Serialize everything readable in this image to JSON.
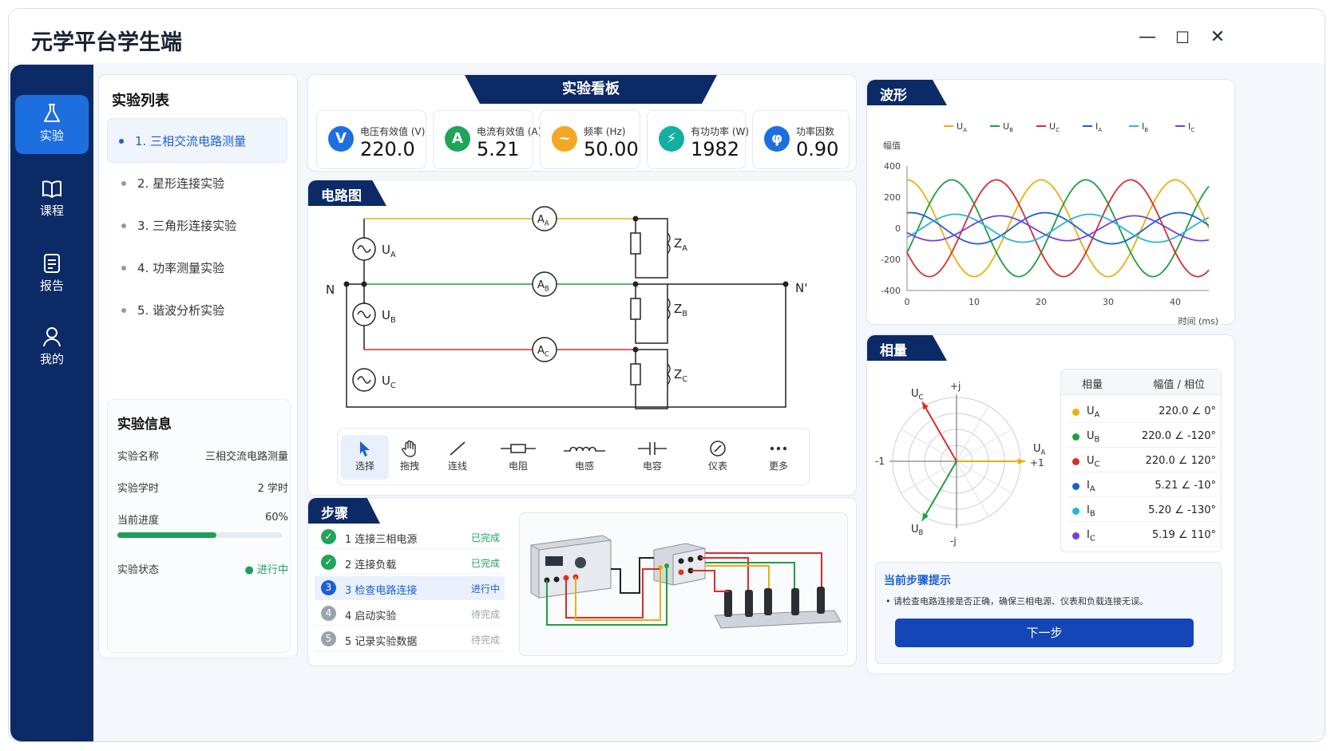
{
  "app_title": "元学平台学生端",
  "window_controls": {
    "minimize": "—",
    "maximize": "☐",
    "close": "✕"
  },
  "nav": [
    {
      "label": "实验",
      "icon": "flask-icon",
      "active": true
    },
    {
      "label": "课程",
      "icon": "book-icon",
      "active": false
    },
    {
      "label": "报告",
      "icon": "report-icon",
      "active": false
    },
    {
      "label": "我的",
      "icon": "user-icon",
      "active": false
    }
  ],
  "experiment_list": {
    "title": "实验列表",
    "items": [
      "1. 三相交流电路测量",
      "2. 星形连接实验",
      "3. 三角形连接实验",
      "4. 功率测量实验",
      "5. 谐波分析实验"
    ]
  },
  "experiment_info": {
    "title": "实验信息",
    "name_label": "实验名称",
    "name_value": "三相交流电路测量",
    "hours_label": "实验学时",
    "hours_value": "2 学时",
    "progress_label": "当前进度",
    "progress_value": "60%",
    "progress_fraction": 0.6,
    "status_label": "实验状态",
    "status_value": "● 进行中"
  },
  "dashboard": {
    "title": "实验看板",
    "metrics": [
      {
        "icon_text": "V",
        "label": "电压有效值 (V)",
        "value": "220.0",
        "color": "#1d6fe0"
      },
      {
        "icon_text": "A",
        "label": "电流有效值 (A)",
        "value": "5.21",
        "color": "#21a35a"
      },
      {
        "icon_text": "~",
        "label": "频率 (Hz)",
        "value": "50.00",
        "color": "#f5a623"
      },
      {
        "icon_text": "⚡",
        "label": "有功功率 (W)",
        "value": "1982",
        "color": "#12b0a0"
      },
      {
        "icon_text": "φ",
        "label": "功率因数",
        "value": "0.90",
        "color": "#1d6fe0"
      }
    ]
  },
  "circuit": {
    "title": "电路图",
    "node_n": "N",
    "node_n2": "N'",
    "sources": [
      {
        "main": "U",
        "sub": "A"
      },
      {
        "main": "U",
        "sub": "B"
      },
      {
        "main": "U",
        "sub": "C"
      }
    ],
    "ammeters": [
      {
        "main": "A",
        "sub": "A"
      },
      {
        "main": "A",
        "sub": "B"
      },
      {
        "main": "A",
        "sub": "C"
      }
    ],
    "loads": [
      {
        "main": "Z",
        "sub": "A"
      },
      {
        "main": "Z",
        "sub": "B"
      },
      {
        "main": "Z",
        "sub": "C"
      }
    ],
    "phase_colors": [
      "#e6b10f",
      "#1e9e3e",
      "#d92c2c"
    ],
    "tools": [
      "选择",
      "拖拽",
      "连线",
      "电阻",
      "电感",
      "电容",
      "仪表",
      "更多"
    ]
  },
  "steps": {
    "title": "步骤",
    "items": [
      {
        "num": "1",
        "text": "连接三相电源",
        "status": "已完成",
        "state": "done"
      },
      {
        "num": "2",
        "text": "连接负载",
        "status": "已完成",
        "state": "done"
      },
      {
        "num": "3",
        "text": "检查电路连接",
        "status": "进行中",
        "state": "active"
      },
      {
        "num": "4",
        "text": "启动实验",
        "status": "待完成",
        "state": "todo"
      },
      {
        "num": "5",
        "text": "记录实验数据",
        "status": "待完成",
        "state": "todo"
      }
    ]
  },
  "waveform": {
    "title": "波形",
    "ylabel": "幅值",
    "xlabel": "时间 (ms)"
  },
  "chart_data": {
    "type": "line",
    "title": "",
    "xlabel": "时间 (ms)",
    "ylabel": "幅值",
    "xlim": [
      0,
      45
    ],
    "ylim": [
      -400,
      400
    ],
    "xticks": [
      0,
      10,
      20,
      30,
      40
    ],
    "yticks": [
      400,
      200,
      0,
      -200,
      -400
    ],
    "legend_position": "top",
    "grid": false,
    "series": [
      {
        "name": "UA",
        "main": "U",
        "sub": "A",
        "color": "#e6b10f",
        "amplitude": 311,
        "phase_deg": 0
      },
      {
        "name": "UB",
        "main": "U",
        "sub": "B",
        "color": "#1e9e3e",
        "amplitude": 311,
        "phase_deg": -120
      },
      {
        "name": "UC",
        "main": "U",
        "sub": "C",
        "color": "#d92c2c",
        "amplitude": 311,
        "phase_deg": 120
      },
      {
        "name": "IA",
        "main": "I",
        "sub": "A",
        "color": "#1d5fd0",
        "amplitude": 100,
        "phase_deg": -10
      },
      {
        "name": "IB",
        "main": "I",
        "sub": "B",
        "color": "#22b8d8",
        "amplitude": 90,
        "phase_deg": -130
      },
      {
        "name": "IC",
        "main": "I",
        "sub": "C",
        "color": "#7b3fd6",
        "amplitude": 80,
        "phase_deg": 110
      }
    ],
    "frequency_hz": 50
  },
  "phasor": {
    "title": "相量",
    "axis_labels": {
      "pos_j": "+j",
      "neg_j": "-j",
      "pos1": "+1",
      "neg1": "-1"
    },
    "table_headers": [
      "相量",
      "幅值 / 相位"
    ],
    "rows": [
      {
        "main": "U",
        "sub": "A",
        "value": "220.0 ∠ 0°",
        "color": "#e6b10f",
        "angle": 0
      },
      {
        "main": "U",
        "sub": "B",
        "value": "220.0 ∠ -120°",
        "color": "#1e9e3e",
        "angle": -120
      },
      {
        "main": "U",
        "sub": "C",
        "value": "220.0 ∠ 120°",
        "color": "#d92c2c",
        "angle": 120
      },
      {
        "main": "I",
        "sub": "A",
        "value": "5.21 ∠ -10°",
        "color": "#1d5fd0",
        "angle": -10
      },
      {
        "main": "I",
        "sub": "B",
        "value": "5.20 ∠ -130°",
        "color": "#22b8d8",
        "angle": -130
      },
      {
        "main": "I",
        "sub": "C",
        "value": "5.19 ∠ 110°",
        "color": "#7b3fd6",
        "angle": 110
      }
    ]
  },
  "hint": {
    "title": "当前步骤提示",
    "text": "请检查电路连接是否正确，确保三相电源、仪表和负载连接无误。",
    "next_label": "下一步"
  }
}
